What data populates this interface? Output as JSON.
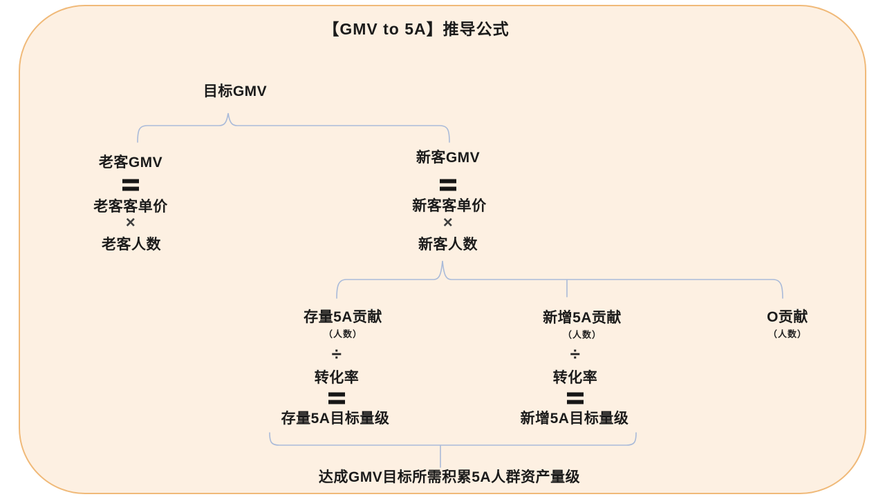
{
  "colors": {
    "page_background": "#ffffff",
    "panel_background": "#fdf0e2",
    "panel_border": "#f0b978",
    "brace_stroke": "#a9bad9",
    "text": "#1b1b1b",
    "operator_gray": "#3f3f3f"
  },
  "title": "【GMV to 5A】推导公式",
  "diagram": {
    "root": "目标GMV",
    "old_customer": {
      "name": "老客GMV",
      "op_equals": "=",
      "avg_price": "老客客单价",
      "op_times": "×",
      "count": "老客人数"
    },
    "new_customer": {
      "name": "新客GMV",
      "op_equals": "=",
      "avg_price": "新客客单价",
      "op_times": "×",
      "count": "新客人数"
    },
    "existing_5a": {
      "name": "存量5A贡献",
      "unit": "（人数）",
      "op_divide": "÷",
      "rate": "转化率",
      "op_equals": "=",
      "result": "存量5A目标量级"
    },
    "new_5a": {
      "name": "新增5A贡献",
      "unit": "（人数）",
      "op_divide": "÷",
      "rate": "转化率",
      "op_equals": "=",
      "result": "新增5A目标量级"
    },
    "o_contribution": {
      "name": "O贡献",
      "unit": "（人数）"
    },
    "summary": "达成GMV目标所需积累5A人群资产量级"
  }
}
